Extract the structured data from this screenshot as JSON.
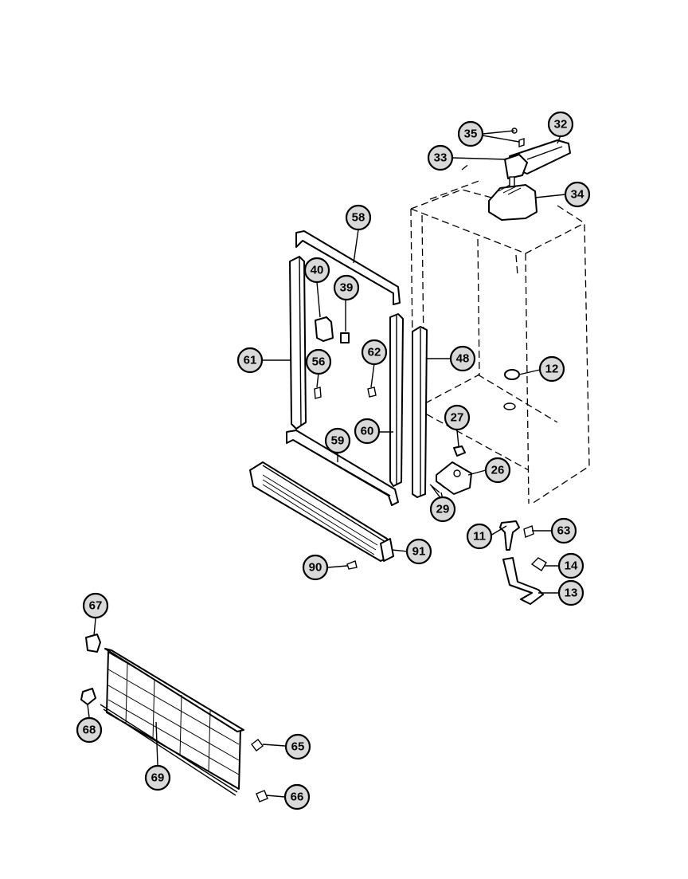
{
  "parts": [
    {
      "id": "p35",
      "label": "35"
    },
    {
      "id": "p32",
      "label": "32"
    },
    {
      "id": "p33",
      "label": "33"
    },
    {
      "id": "p34",
      "label": "34"
    },
    {
      "id": "p58",
      "label": "58"
    },
    {
      "id": "p40",
      "label": "40"
    },
    {
      "id": "p39",
      "label": "39"
    },
    {
      "id": "p61",
      "label": "61"
    },
    {
      "id": "p56",
      "label": "56"
    },
    {
      "id": "p62",
      "label": "62"
    },
    {
      "id": "p48",
      "label": "48"
    },
    {
      "id": "p12",
      "label": "12"
    },
    {
      "id": "p27",
      "label": "27"
    },
    {
      "id": "p60",
      "label": "60"
    },
    {
      "id": "p59",
      "label": "59"
    },
    {
      "id": "p26",
      "label": "26"
    },
    {
      "id": "p29",
      "label": "29"
    },
    {
      "id": "p11",
      "label": "11"
    },
    {
      "id": "p63",
      "label": "63"
    },
    {
      "id": "p14",
      "label": "14"
    },
    {
      "id": "p13",
      "label": "13"
    },
    {
      "id": "p91",
      "label": "91"
    },
    {
      "id": "p90",
      "label": "90"
    },
    {
      "id": "p67",
      "label": "67"
    },
    {
      "id": "p68",
      "label": "68"
    },
    {
      "id": "p65",
      "label": "65"
    },
    {
      "id": "p69",
      "label": "69"
    },
    {
      "id": "p66",
      "label": "66"
    }
  ]
}
